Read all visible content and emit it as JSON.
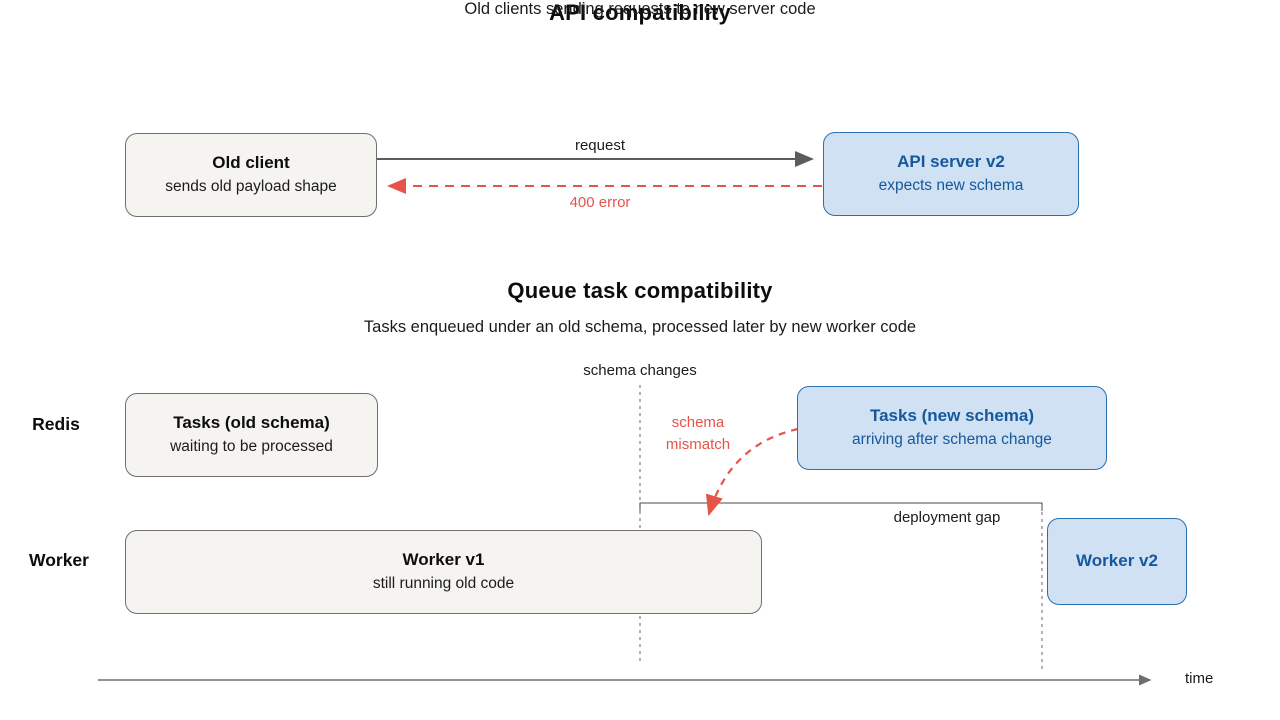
{
  "colors": {
    "background": "#ffffff",
    "gray_node_fill": "#f5f4f1",
    "gray_node_border": "#6f6f6f",
    "blue_node_fill": "#cfe1f3",
    "blue_node_border": "#2a6fae",
    "blue_text": "#16589c",
    "error_red": "#e65349",
    "arrow_gray": "#5c5c5c",
    "guide_dash_gray": "#808080"
  },
  "api_section": {
    "title": "API compatibility",
    "subtitle": "Old clients sending requests to new server code",
    "old_client": {
      "title": "Old client",
      "subtitle": "sends old payload shape"
    },
    "api_server": {
      "title": "API server v2",
      "subtitle": "expects new schema"
    },
    "request_label": "request",
    "error_label": "400 error"
  },
  "queue_section": {
    "title": "Queue task compatibility",
    "subtitle": "Tasks enqueued under an old schema, processed later by new worker code",
    "schema_changes_label": "schema changes",
    "schema_mismatch_label": "schema\nmismatch",
    "deployment_gap_label": "deployment gap",
    "time_label": "time",
    "rows": {
      "redis_label": "Redis",
      "worker_label": "Worker"
    },
    "tasks_old": {
      "title": "Tasks (old schema)",
      "subtitle": "waiting to be processed"
    },
    "tasks_new": {
      "title": "Tasks (new schema)",
      "subtitle": "arriving after schema change"
    },
    "worker_v1": {
      "title": "Worker v1",
      "subtitle": "still running old code"
    },
    "worker_v2": {
      "title": "Worker v2"
    }
  }
}
